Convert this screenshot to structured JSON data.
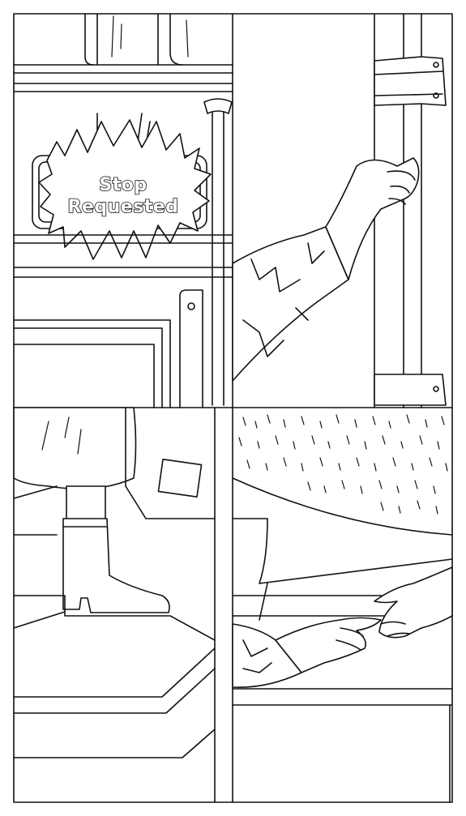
{
  "comic": {
    "panels": [
      {
        "id": "stop-sign-panel",
        "sign_lines": [
          "Stop",
          "Requested"
        ]
      },
      {
        "id": "hand-on-pole-panel"
      },
      {
        "id": "boot-on-step-panel"
      },
      {
        "id": "hands-on-curb-panel"
      }
    ]
  },
  "colors": {
    "ink": "#111111",
    "paper": "#ffffff"
  }
}
